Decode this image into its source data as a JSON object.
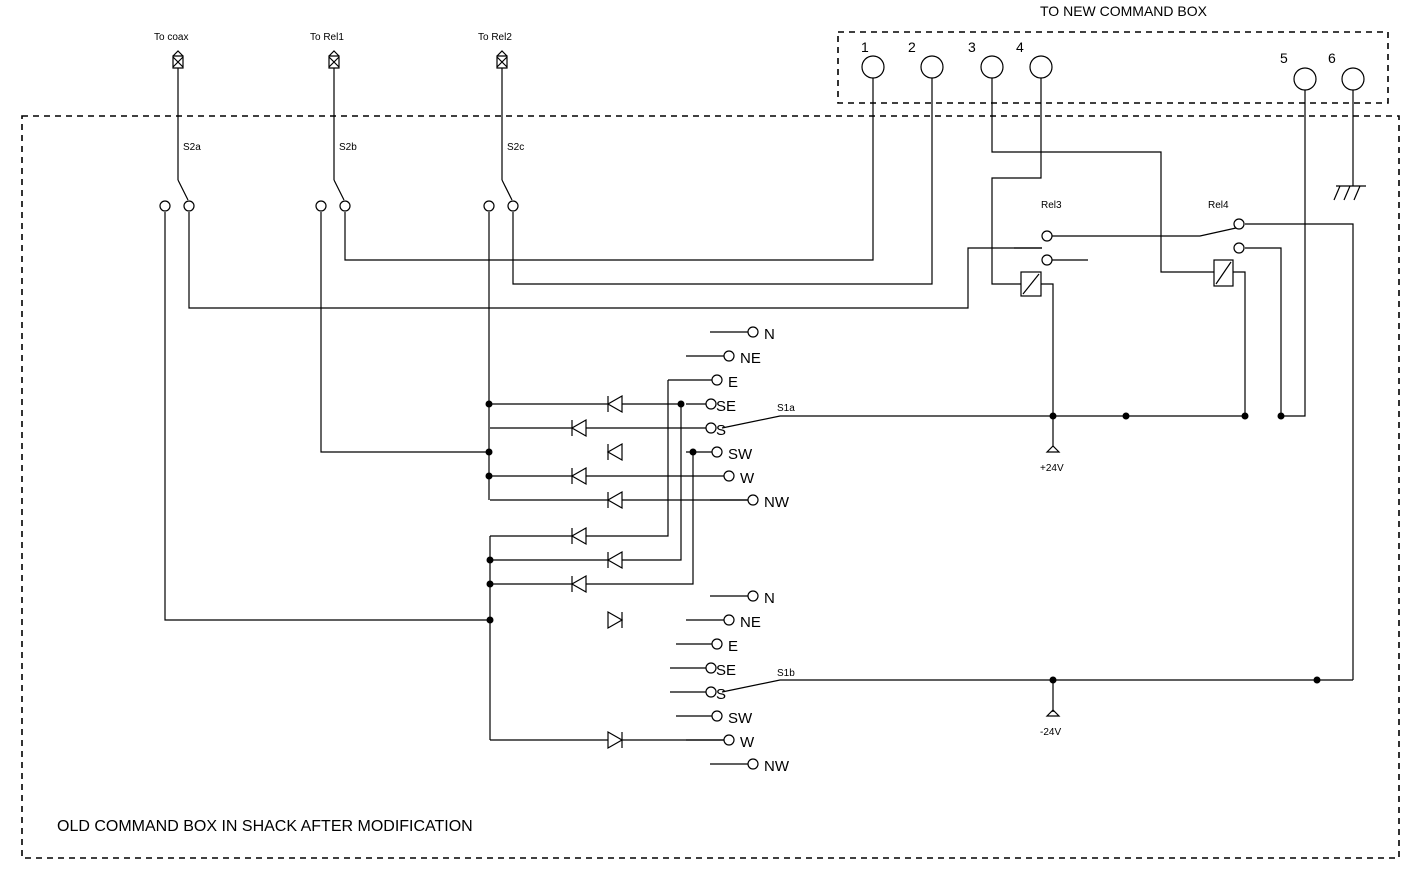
{
  "new_box": {
    "title": "TO NEW COMMAND BOX",
    "pins": [
      "1",
      "2",
      "3",
      "4",
      "5",
      "6"
    ]
  },
  "old_box": {
    "title": "OLD COMMAND BOX IN SHACK AFTER MODIFICATION"
  },
  "connectors": [
    "To coax",
    "To Rel1",
    "To Rel2"
  ],
  "switches": {
    "s2": [
      "S2a",
      "S2b",
      "S2c"
    ],
    "s1a": "S1a",
    "s1b": "S1b"
  },
  "relays": [
    "Rel3",
    "Rel4"
  ],
  "supply": {
    "plus": "+24V",
    "minus": "-24V"
  },
  "directions_a": [
    "N",
    "NE",
    "E",
    "SE",
    "S",
    "SW",
    "W",
    "NW"
  ],
  "directions_b": [
    "N",
    "NE",
    "E",
    "SE",
    "S",
    "SW",
    "W",
    "NW"
  ]
}
